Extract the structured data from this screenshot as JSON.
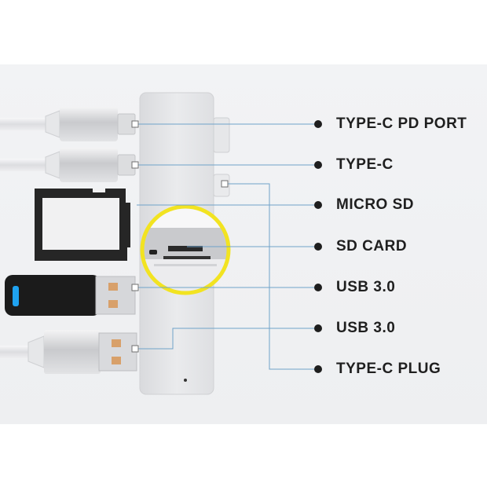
{
  "labels": [
    "TYPE-C PD PORT",
    "TYPE-C",
    "MICRO SD",
    "SD CARD",
    "USB 3.0",
    "USB 3.0",
    "TYPE-C PLUG"
  ],
  "colors": {
    "background_band": "#eff0f2",
    "hub_body": "#e4e5e8",
    "leader_line": "#6fa3c9",
    "callout_ring": "#f2e321",
    "label_text": "#1f1f1f",
    "usb_stick": "#1a1a1a",
    "usb_led": "#1fa2f0"
  },
  "icons": [
    "usb-c-cable-icon",
    "sd-card-icon",
    "usb-flash-drive-icon",
    "usb-a-cable-icon",
    "magnifier-callout-icon"
  ]
}
